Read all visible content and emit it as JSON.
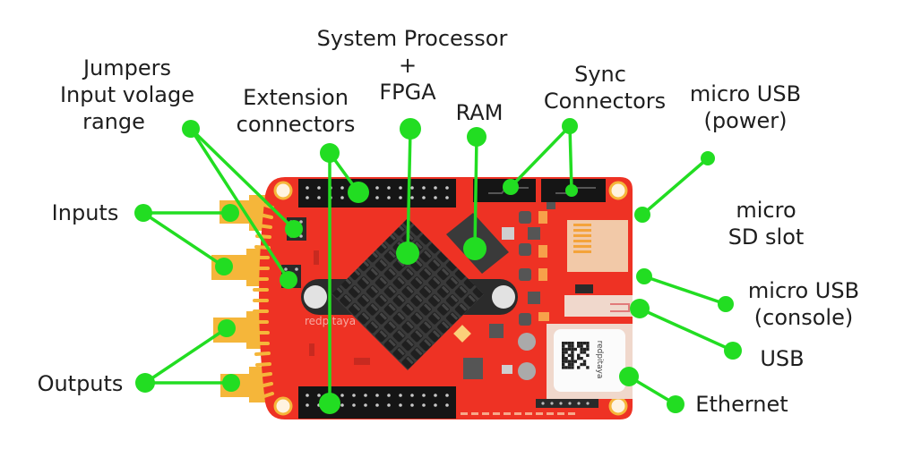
{
  "title": "Red Pitaya board overview",
  "colors": {
    "background": "#ffffff",
    "callout": "#22dd22",
    "board": "#ee3224",
    "connector_gold": "#f5b63a",
    "heatsink": "#2b2b2b",
    "header_black": "#151515",
    "text": "#1e1e1e"
  },
  "board": {
    "brand_silkscreen": "redpitaya",
    "ethernet_sticker_text": "redpitaya"
  },
  "labels": [
    {
      "id": "jumpers",
      "lines": [
        "Jumpers",
        "Input volage",
        "range"
      ]
    },
    {
      "id": "extension-connectors",
      "lines": [
        "Extension",
        "connectors"
      ]
    },
    {
      "id": "system-processor-fpga",
      "lines": [
        "System Processor",
        "+",
        "FPGA"
      ]
    },
    {
      "id": "ram",
      "lines": [
        "RAM"
      ]
    },
    {
      "id": "sync-connectors",
      "lines": [
        "Sync",
        "Connectors"
      ]
    },
    {
      "id": "micro-usb-power",
      "lines": [
        "micro USB",
        "(power)"
      ]
    },
    {
      "id": "inputs",
      "lines": [
        "Inputs"
      ]
    },
    {
      "id": "micro-sd-slot",
      "lines": [
        "micro",
        "SD slot"
      ]
    },
    {
      "id": "micro-usb-console",
      "lines": [
        "micro USB",
        "(console)"
      ]
    },
    {
      "id": "usb",
      "lines": [
        "USB"
      ]
    },
    {
      "id": "outputs",
      "lines": [
        "Outputs"
      ]
    },
    {
      "id": "ethernet",
      "lines": [
        "Ethernet"
      ]
    }
  ]
}
